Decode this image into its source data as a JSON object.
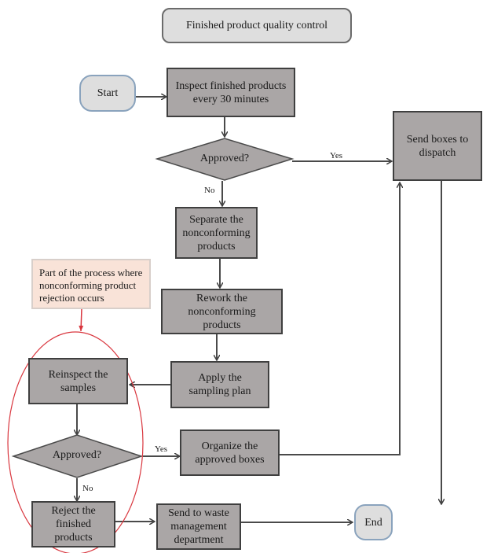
{
  "title": "Finished product quality control",
  "nodes": {
    "start": "Start",
    "inspect": "Inspect finished products every 30 minutes",
    "approved1": "Approved?",
    "dispatch": "Send boxes to dispatch",
    "separate": "Separate the nonconforming products",
    "rework": "Rework the nonconforming products",
    "sampling": "Apply the sampling plan",
    "reinspect": "Reinspect the samples",
    "approved2": "Approved?",
    "organize": "Organize the approved boxes",
    "reject": "Reject the finished products",
    "waste": "Send to waste management department",
    "end": "End"
  },
  "edge_labels": {
    "yes1": "Yes",
    "no1": "No",
    "yes2": "Yes",
    "no2": "No"
  },
  "annotation": {
    "text": "Part of the process where nonconforming product rejection occurs",
    "highlight_color": "#d9363e"
  },
  "colors": {
    "process_fill": "#aaa6a6",
    "terminal_fill": "#dedede",
    "terminal_border": "#8aa3bd",
    "note_fill": "#f9e3d8"
  }
}
